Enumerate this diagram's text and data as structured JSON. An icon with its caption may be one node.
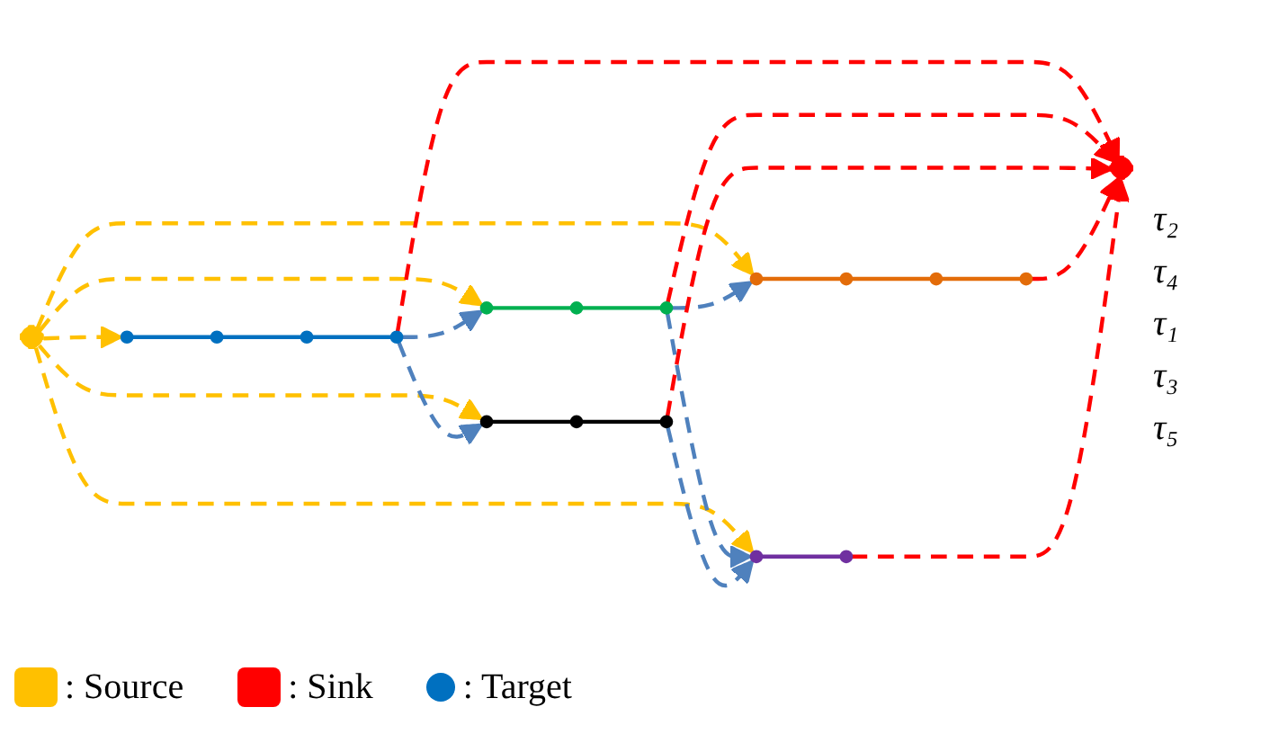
{
  "diagram": {
    "nodes": [
      {
        "text": [],
        "shape": "box"
      },
      {
        "text": [],
        "shape": "circle"
      },
      {
        "text": [],
        "shape": "circle"
      },
      {
        "text": [],
        "shape": "circle"
      },
      {
        "text": [],
        "shape": "circle"
      },
      {
        "text": [],
        "shape": "circle"
      },
      {
        "text": [],
        "shape": "circle"
      },
      {
        "text": [],
        "shape": "circle"
      },
      {
        "text": [],
        "shape": "circle"
      },
      {
        "text": [],
        "shape": "circle"
      },
      {
        "text": [],
        "shape": "circle"
      },
      {
        "text": [],
        "shape": "circle"
      },
      {
        "text": [],
        "shape": "circle"
      },
      {
        "text": [],
        "shape": "circle"
      },
      {
        "text": [],
        "shape": "circle"
      },
      {
        "text": [],
        "shape": "circle"
      },
      {
        "text": [],
        "shape": "circle"
      },
      {
        "text": [],
        "shape": "box"
      }
    ],
    "edges": [
      {
        "from": 1,
        "to": 2,
        "arrow": "none",
        "color": "#0070c0"
      },
      {
        "from": 2,
        "to": 3,
        "arrow": "none",
        "color": "#0070c0"
      },
      {
        "from": 3,
        "to": 4,
        "arrow": "none",
        "color": "#0070c0"
      },
      {
        "from": 5,
        "to": 6,
        "arrow": "none",
        "color": "#00b050"
      },
      {
        "from": 6,
        "to": 7,
        "arrow": "none",
        "color": "#00b050"
      },
      {
        "from": 8,
        "to": 9,
        "arrow": "none",
        "color": "#000000"
      },
      {
        "from": 9,
        "to": 10,
        "arrow": "none",
        "color": "#000000"
      },
      {
        "from": 11,
        "to": 12,
        "arrow": "none",
        "color": "#e36c09"
      },
      {
        "from": 12,
        "to": 13,
        "arrow": "none",
        "color": "#e36c09"
      },
      {
        "from": 13,
        "to": 14,
        "arrow": "none",
        "color": "#e36c09"
      },
      {
        "from": 15,
        "to": 16,
        "arrow": "none",
        "color": "#7030a0"
      },
      {
        "from": 0,
        "to": 1,
        "arrow": "to",
        "style": "dashed",
        "color": "#ffc000"
      },
      {
        "from": 0,
        "to": 5,
        "arrow": "to",
        "style": "dashed",
        "color": "#ffc000"
      },
      {
        "from": 0,
        "to": 8,
        "arrow": "to",
        "style": "dashed",
        "color": "#ffc000"
      },
      {
        "from": 0,
        "to": 11,
        "arrow": "to",
        "style": "dashed",
        "color": "#ffc000"
      },
      {
        "from": 0,
        "to": 15,
        "arrow": "to",
        "style": "dashed",
        "color": "#ffc000"
      },
      {
        "from": 4,
        "to": 5,
        "arrow": "to",
        "style": "dashed",
        "color": "#4f81bd"
      },
      {
        "from": 4,
        "to": 8,
        "arrow": "to",
        "style": "dashed",
        "color": "#4f81bd"
      },
      {
        "from": 7,
        "to": 11,
        "arrow": "to",
        "style": "dashed",
        "color": "#4f81bd"
      },
      {
        "from": 7,
        "to": 15,
        "arrow": "to",
        "style": "dashed",
        "color": "#4f81bd"
      },
      {
        "from": 10,
        "to": 15,
        "arrow": "to",
        "style": "dashed",
        "color": "#4f81bd"
      },
      {
        "from": 4,
        "to": 17,
        "arrow": "to",
        "style": "dashed",
        "color": "#ff0000"
      },
      {
        "from": 7,
        "to": 17,
        "arrow": "to",
        "style": "dashed",
        "color": "#ff0000"
      },
      {
        "from": 10,
        "to": 17,
        "arrow": "to",
        "style": "dashed",
        "color": "#ff0000"
      },
      {
        "from": 14,
        "to": 17,
        "arrow": "to",
        "style": "dashed",
        "color": "#ff0000"
      },
      {
        "from": 16,
        "to": 17,
        "arrow": "to",
        "style": "dashed",
        "color": "#ff0000"
      }
    ],
    "labels": [
      "τ₂",
      "τ₄",
      "τ₁",
      "τ₃",
      "τ₅"
    ],
    "legend": [
      {
        "text": ": Source",
        "color": "#ffc000"
      },
      {
        "text": ": Sink",
        "color": "#ff0000"
      },
      {
        "text": ": Target",
        "color": "#0070c0"
      }
    ]
  }
}
